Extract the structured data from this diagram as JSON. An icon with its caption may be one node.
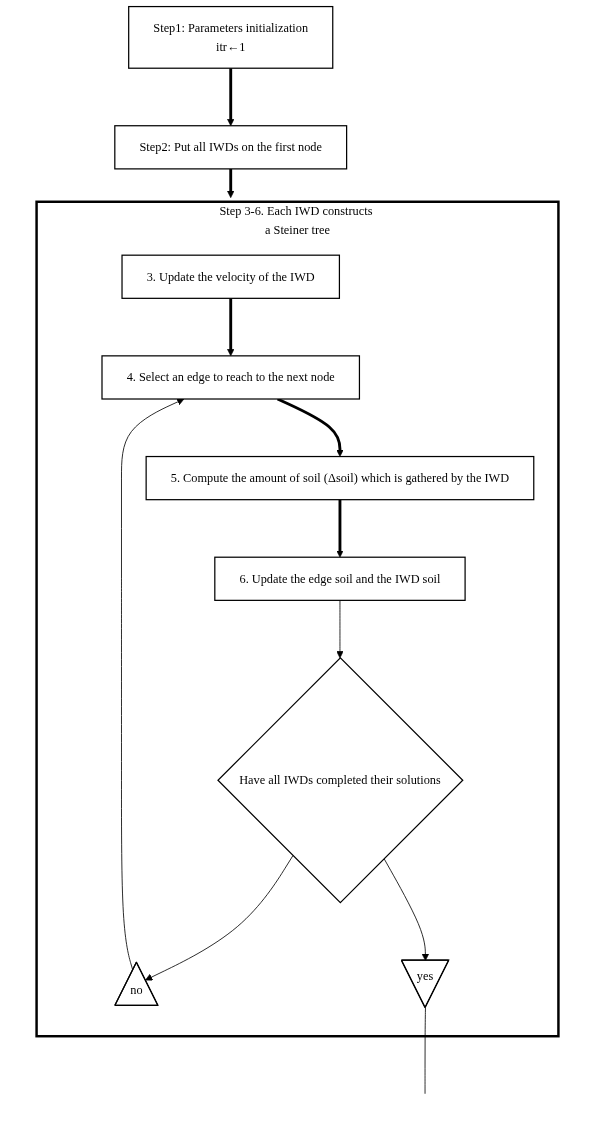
{
  "diagram": {
    "nodes": [
      {
        "text": [
          "Step1: Parameters initialization",
          "itr←1"
        ]
      },
      {
        "text": [
          "Step2: Put all IWDs on the first node"
        ]
      },
      {
        "text": [
          "Step 3-6. Each IWD constructs a Steiner tree"
        ]
      },
      {
        "text": [
          "3. Update the velocity of the IWD"
        ],
        "in": 2
      },
      {
        "text": [
          "4. Select an edge to reach to the next node"
        ],
        "in": 2
      },
      {
        "text": [
          "5. Compute the amount of soil (Δsoil) which is gathered by the IWD"
        ],
        "in": 2
      },
      {
        "text": [
          "6. Update the edge soil and the IWD soil"
        ],
        "in": 2
      },
      {
        "text": [
          "Have all IWDs completed their solutions"
        ],
        "in": 2
      },
      {
        "text": [
          "no"
        ],
        "in": 2
      },
      {
        "text": [
          "yes"
        ],
        "in": 2
      }
    ],
    "edges": [
      {
        "from": 0,
        "to": 1,
        "arrow": "to",
        "style": "thick"
      },
      {
        "from": 1,
        "to": 2,
        "arrow": "to",
        "style": "thick"
      },
      {
        "from": 3,
        "to": 4,
        "arrow": "to",
        "style": "thick"
      },
      {
        "from": 4,
        "to": 5,
        "arrow": "to",
        "style": "thick"
      },
      {
        "from": 5,
        "to": 6,
        "arrow": "to",
        "style": "thick"
      },
      {
        "from": 6,
        "to": 7,
        "arrow": "to"
      },
      {
        "from": 7,
        "to": 8,
        "arrow": "to"
      },
      {
        "from": 8,
        "to": 4,
        "arrow": "to"
      },
      {
        "from": 7,
        "to": 9,
        "arrow": "to"
      },
      {
        "from": 9,
        "to": null,
        "arrow": "none"
      }
    ]
  }
}
